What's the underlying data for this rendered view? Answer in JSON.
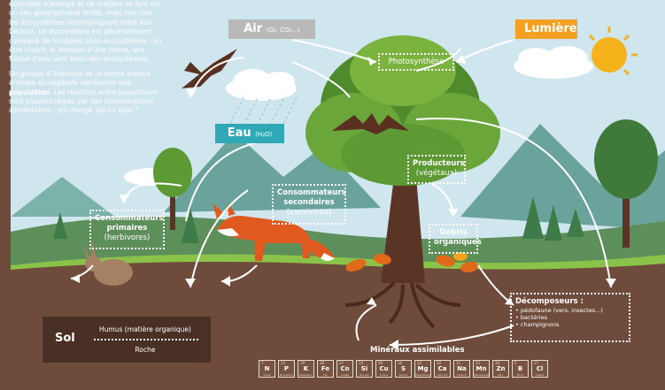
{
  "side_panel": {
    "paragraph1": "échanges d’énergie et de matière se font sur un lieu géographique limité, mais non clos : les écosystèmes communiquent entre eux. De plus, un écosystème est généralement composé de multiples sous-écosystèmes : un être vivant, le dessous d’une pierre, une flaque d’eau sont aussi des écosystèmes.",
    "paragraph2_pre": "Un groupe d’individus de la même espèce animale ou végétale représente une ",
    "paragraph2_bold": "population",
    "paragraph2_post": ". Les relations entre populations sont souvent régies par des considérations alimentaires : qui mange qui ou quoi ?"
  },
  "inputs": {
    "air": "Air",
    "air_detail": "(O₂, CO₂...)",
    "light": "Lumière",
    "water": "Eau",
    "water_detail": "(H₂O)"
  },
  "boxes": {
    "photosynthesis": "Photosynthèse",
    "primary_consumers": "Consommateurs primaires",
    "primary_consumers_sub": "(herbivores)",
    "secondary_consumers": "Consommateurs secondaires",
    "secondary_consumers_sub": "(carnivores)",
    "producers": "Producteurs",
    "producers_sub": "(végétaux)",
    "organic_debris": "Débris organiques",
    "decomposers": "Décomposeurs :",
    "decomposers_items": [
      "• pédofaune (vers, insectes...)",
      "• bactéries",
      "• champignons"
    ]
  },
  "soil": {
    "label": "Sol",
    "humus": "Humus (matière organique)",
    "rock": "Roche"
  },
  "minerals": {
    "title": "Minéraux assimilables",
    "elements": [
      {
        "n": "7",
        "sym": "N",
        "name": "Azote"
      },
      {
        "n": "15",
        "sym": "P",
        "name": "Phosphore"
      },
      {
        "n": "19",
        "sym": "K",
        "name": "Potassium"
      },
      {
        "n": "26",
        "sym": "Fe",
        "name": "Fer"
      },
      {
        "n": "27",
        "sym": "Co",
        "name": "Cobalt"
      },
      {
        "n": "14",
        "sym": "Si",
        "name": "Silicium"
      },
      {
        "n": "29",
        "sym": "Cu",
        "name": "Cuivre"
      },
      {
        "n": "16",
        "sym": "S",
        "name": "Soufre"
      },
      {
        "n": "12",
        "sym": "Mg",
        "name": "Magnésium"
      },
      {
        "n": "20",
        "sym": "Ca",
        "name": "Calcium"
      },
      {
        "n": "11",
        "sym": "Na",
        "name": "Sodium"
      },
      {
        "n": "25",
        "sym": "Mn",
        "name": "Manganèse"
      },
      {
        "n": "30",
        "sym": "Zn",
        "name": "Zinc"
      },
      {
        "n": "5",
        "sym": "B",
        "name": "Bore"
      },
      {
        "n": "17",
        "sym": "Cl",
        "name": "Chlore"
      }
    ]
  },
  "colors": {
    "air_tag": "#b9b9b9",
    "light_tag": "#f3a023",
    "water_tag": "#2fa9b5",
    "sky": "#cfe6ee",
    "soil": "#6e4b3a"
  }
}
